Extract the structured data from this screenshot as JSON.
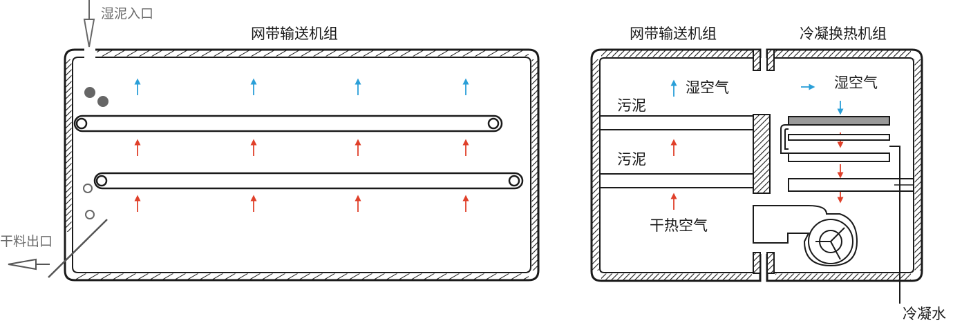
{
  "labels": {
    "wet_sludge_inlet": "湿泥入口",
    "left_belt_unit": "网带输送机组",
    "dry_material_outlet": "干料出口",
    "right_belt_unit": "网带输送机组",
    "condensing_unit": "冷凝换热机组",
    "humid_air_left": "湿空气",
    "humid_air_right": "湿空气",
    "sludge_upper": "污泥",
    "sludge_lower": "污泥",
    "dry_hot_air": "干热空气",
    "condensate_water": "冷凝水"
  },
  "colors": {
    "humid_air_arrow": "#2a9fd8",
    "hot_air_arrow": "#e0402a",
    "line": "#1a1a1a",
    "gray": "#777777"
  }
}
